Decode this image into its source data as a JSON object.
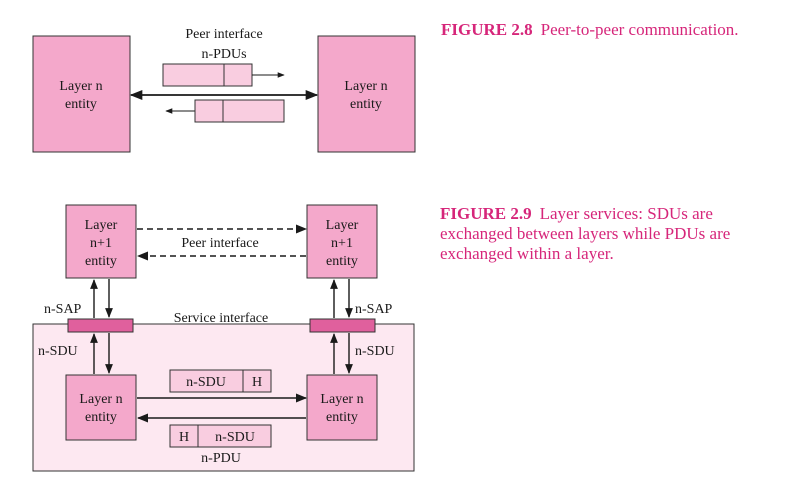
{
  "figure_2_8": {
    "left_entity": [
      "Layer n",
      "entity"
    ],
    "right_entity": [
      "Layer n",
      "entity"
    ],
    "peer_interface_label": "Peer interface",
    "pdus_label": "n-PDUs",
    "caption_label": "FIGURE 2.8",
    "caption_text": "Peer-to-peer communication."
  },
  "figure_2_9": {
    "upper_left": [
      "Layer",
      "n+1",
      "entity"
    ],
    "upper_right": [
      "Layer",
      "n+1",
      "entity"
    ],
    "peer_interface_label": "Peer interface",
    "service_interface_label": "Service interface",
    "sap_left": "n-SAP",
    "sap_right": "n-SAP",
    "sdu_left": "n-SDU",
    "sdu_right": "n-SDU",
    "lower_left": [
      "Layer n",
      "entity"
    ],
    "lower_right": [
      "Layer n",
      "entity"
    ],
    "pdu_top": {
      "sdu": "n-SDU",
      "header": "H"
    },
    "pdu_bottom": {
      "header": "H",
      "sdu": "n-SDU"
    },
    "pdu_label": "n-PDU",
    "caption_label": "FIGURE 2.9",
    "caption_text": "Layer services: SDUs are exchanged between layers while PDUs are exchanged within a layer."
  },
  "colors": {
    "entity_fill": "#f4a8cb",
    "pdu_fill": "#f9cde0",
    "sap_fill": "#e0609d",
    "region_fill": "#fde8f1",
    "caption": "#d6267a"
  }
}
